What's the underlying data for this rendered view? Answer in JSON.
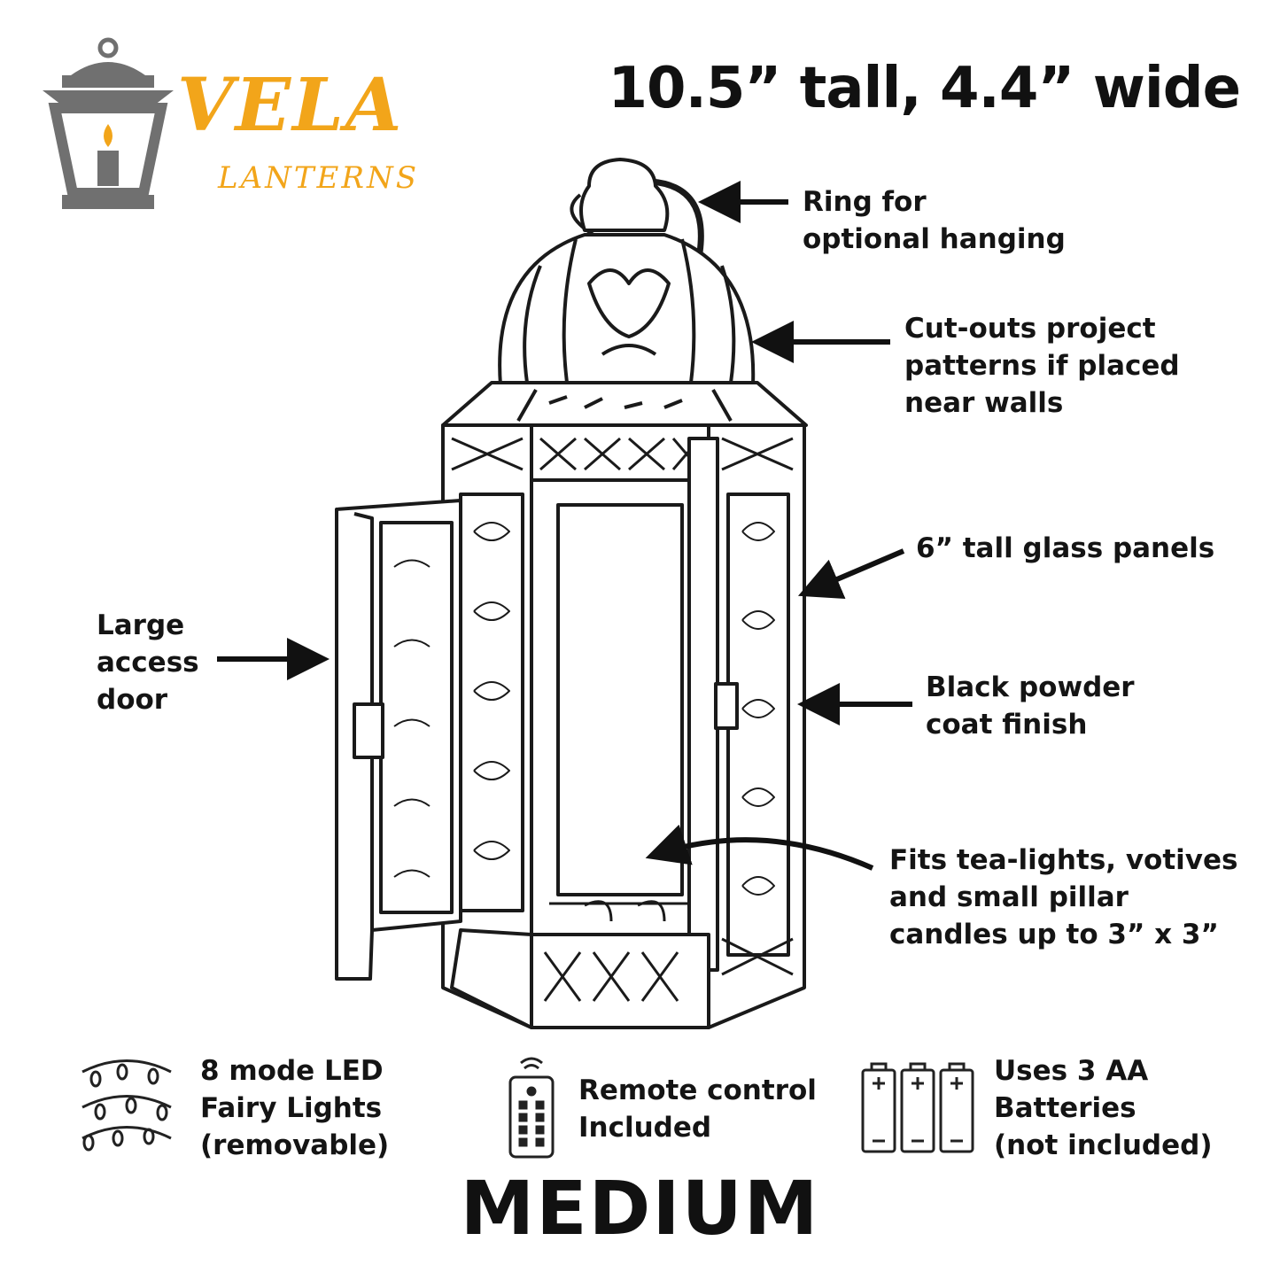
{
  "brand": {
    "name": "VELA",
    "sub": "LANTERNS",
    "accent_color": "#f2a51a",
    "icon": "lantern-logo-icon"
  },
  "headline": "10.5” tall, 4.4” wide",
  "callouts": {
    "ring": [
      "Ring for",
      "optional hanging"
    ],
    "cutouts": [
      "Cut-outs project",
      "patterns if placed",
      "near walls"
    ],
    "glass": [
      "6” tall glass panels"
    ],
    "door": [
      "Large",
      "access",
      "door"
    ],
    "finish": [
      "Black powder",
      "coat finish"
    ],
    "fits": [
      "Fits tea-lights, votives",
      "and small pillar",
      "candles up to 3” x 3”"
    ]
  },
  "features": [
    {
      "icon": "fairy-lights-icon",
      "lines": [
        "8 mode LED",
        "Fairy Lights",
        "(removable)"
      ]
    },
    {
      "icon": "remote-control-icon",
      "lines": [
        "Remote control",
        "Included"
      ]
    },
    {
      "icon": "batteries-icon",
      "lines": [
        "Uses 3 AA",
        "Batteries",
        "(not included)"
      ]
    }
  ],
  "size": "MEDIUM"
}
